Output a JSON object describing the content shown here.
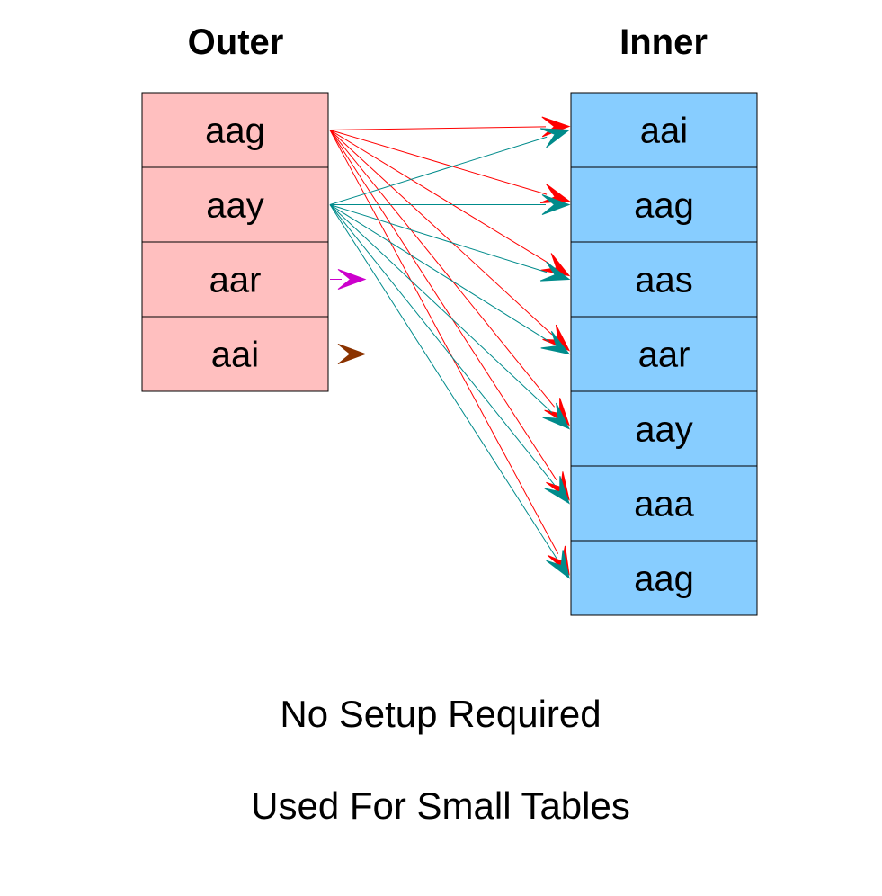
{
  "outer": {
    "title": "Outer",
    "color": "#ffbfbf",
    "rows": [
      "aag",
      "aay",
      "aar",
      "aai"
    ]
  },
  "inner": {
    "title": "Inner",
    "color": "#87cdff",
    "rows": [
      "aai",
      "aag",
      "aas",
      "aar",
      "aay",
      "aaa",
      "aag"
    ]
  },
  "arrow_colors": {
    "aag": "#ff0000",
    "aay": "#008b8b",
    "aar": "#cc00cc",
    "aai": "#8b3300"
  },
  "captions": [
    "No Setup Required",
    "Used For Small Tables"
  ]
}
